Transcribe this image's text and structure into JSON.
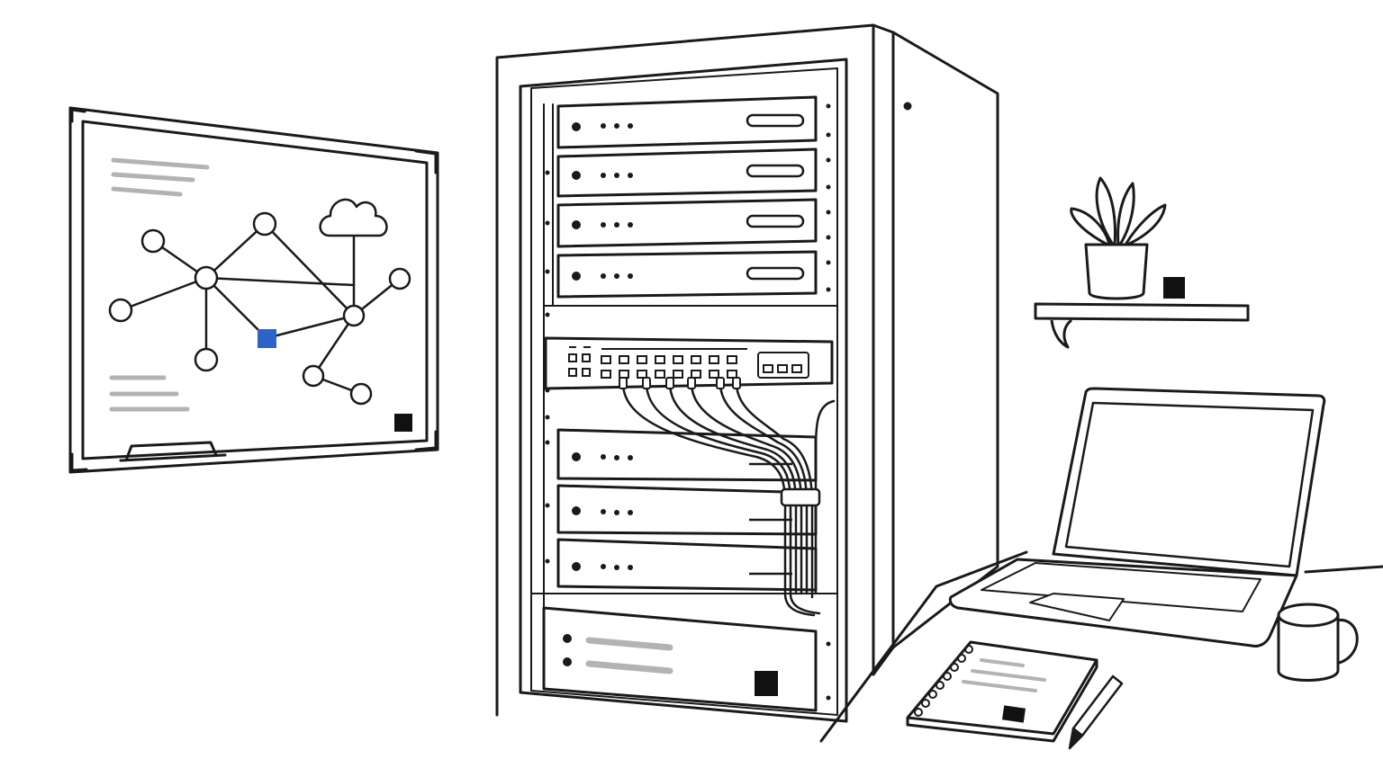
{
  "scene": {
    "style": "line-art",
    "palette": {
      "ink": "#1a1a1a",
      "paper": "#ffffff",
      "accent_blue": "#2b63c9",
      "text_gray": "#b3b3b3",
      "marker_black": "#111111"
    },
    "objects": {
      "whiteboard": {
        "icon": "whiteboard-icon",
        "network_nodes": 11,
        "highlighted_node_color": "#2b63c9"
      },
      "server_rack": {
        "icon": "server-rack-icon",
        "upper_servers": 4,
        "lower_servers": 3,
        "switch_ports": 20
      },
      "shelf": {
        "icon": "shelf-icon",
        "items": [
          "plant-icon",
          "box-icon"
        ]
      },
      "desk": {
        "items": [
          "laptop-icon",
          "mug-icon",
          "notebook-icon",
          "pen-icon"
        ]
      }
    }
  }
}
